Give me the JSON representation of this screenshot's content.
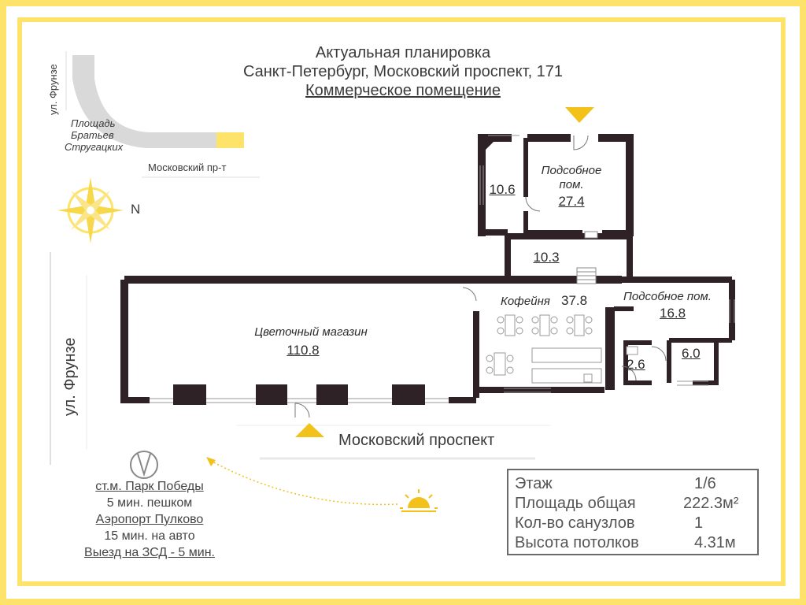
{
  "header": {
    "line1": "Актуальная планировка",
    "line2": "Санкт-Петербург, Московский проспект, 171",
    "line3": "Коммерческое помещение"
  },
  "map": {
    "street_frunze_top": "ул. Фрунзе",
    "square_line1": "Площадь",
    "square_line2": "Братьев",
    "square_line3": "Стругацких",
    "street_moskovsky_short": "Московский пр-т",
    "compass_north": "N",
    "street_frunze_side": "ул. Фрунзе",
    "street_moskovsky_bottom": "Московский проспект"
  },
  "rooms": {
    "flower_shop": {
      "name": "Цветочный магазин",
      "area": "110.8"
    },
    "coffee": {
      "name": "Кофейня",
      "area": "37.8"
    },
    "utility_top": {
      "name_line1": "Подсобное",
      "name_line2": "пом.",
      "area": "27.4"
    },
    "small_top": {
      "area": "10.6"
    },
    "middle": {
      "area": "10.3"
    },
    "utility_right": {
      "name": "Подсобное пом.",
      "area": "16.8"
    },
    "wc1": {
      "area": "2.6"
    },
    "wc2": {
      "area": "6.0"
    }
  },
  "transport": {
    "metro": "ст.м. Парк Победы",
    "metro_time": "5 мин. пешком",
    "airport": "Аэропорт Пулково",
    "airport_time": "15 мин. на авто",
    "exit": "Выезд на ЗСД - 5 мин."
  },
  "info": {
    "floor_label": "Этаж",
    "floor_value": "1/6",
    "area_label": "Площадь общая",
    "area_value": "222.3м²",
    "bath_label": "Кол-во санузлов",
    "bath_value": "1",
    "height_label": "Высота потолков",
    "height_value": "4.31м"
  },
  "colors": {
    "accent": "#fde36a",
    "wall": "#2e2226",
    "text": "#3a3a3a",
    "arrow": "#f2c21b"
  }
}
